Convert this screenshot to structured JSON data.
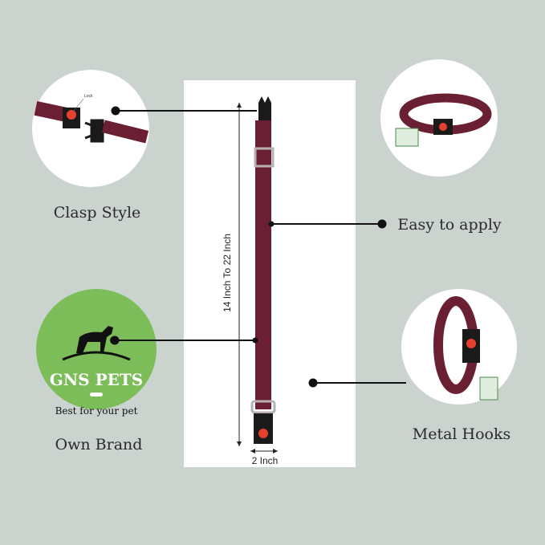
{
  "features": {
    "clasp": {
      "label": "Clasp Style",
      "lock_label": "Lock"
    },
    "apply": {
      "label": "Easy to apply"
    },
    "brand": {
      "label": "Own Brand",
      "logo_name": "GNS PETS",
      "tagline": "Best for your pet"
    },
    "hooks": {
      "label": "Metal Hooks"
    }
  },
  "dimensions": {
    "length": "14 Inch To 22 Inch",
    "width": "2 Inch"
  },
  "colors": {
    "background": "#cbd3cf",
    "strap": "#6b1f32",
    "buckle": "#1a1a1a",
    "lock_button": "#e8402f",
    "brand_green": "#7cbd5a"
  }
}
